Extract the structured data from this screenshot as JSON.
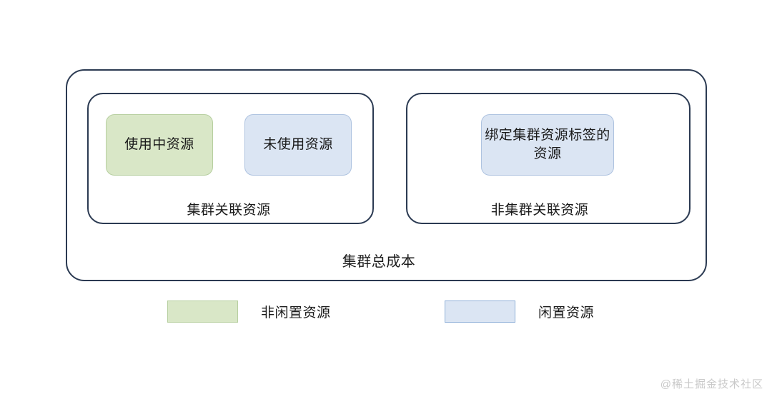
{
  "diagram": {
    "title_total": "集群总成本",
    "groups": [
      {
        "key": "cluster-related",
        "caption": "集群关联资源",
        "chips": [
          {
            "key": "in-use",
            "label": "使用中资源",
            "color": "#d9e7c7",
            "category": "non-idle"
          },
          {
            "key": "unused",
            "label": "未使用资源",
            "color": "#dbe5f3",
            "category": "idle"
          }
        ]
      },
      {
        "key": "non-cluster-related",
        "caption": "非集群关联资源",
        "chips": [
          {
            "key": "tag-bound",
            "label": "绑定集群资源标签的资源",
            "color": "#dbe5f3",
            "category": "idle"
          }
        ]
      }
    ],
    "legend": [
      {
        "key": "non-idle",
        "label": "非闲置资源",
        "color": "#d9e7c7"
      },
      {
        "key": "idle",
        "label": "闲置资源",
        "color": "#dbe5f3"
      }
    ],
    "colors": {
      "border": "#2b3a52",
      "green_fill": "#d9e7c7",
      "green_border": "#b7cfa0",
      "blue_fill": "#dbe5f3",
      "blue_border": "#aec3e0",
      "background": "#ffffff",
      "watermark": "#c9c9c9"
    }
  },
  "watermark": "@稀土掘金技术社区"
}
